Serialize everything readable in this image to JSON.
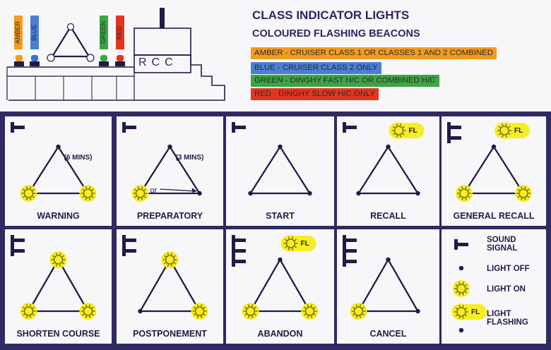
{
  "header": {
    "title": "CLASS INDICATOR LIGHTS",
    "subtitle": "COLOURED FLASHING BEACONS",
    "rcc_label": "RCC",
    "beacon_labels": {
      "amber": "AMBER",
      "blue": "BLUE",
      "green": "GREEN",
      "red": "RED"
    },
    "legend": [
      {
        "text": "AMBER - CRUISER CLASS 1 OR CLASSES 1 AND 2 COMBINED",
        "color": "#f29b1e"
      },
      {
        "text": "BLUE - CRUISER CLASS 2 ONLY",
        "color": "#4c7fd4"
      },
      {
        "text": "GREEN - DINGHY FAST H/C OR COMBINED H/C",
        "color": "#3ca544"
      },
      {
        "text": "RED - DINGHY SLOW H/C ONLY",
        "color": "#e3351f"
      }
    ]
  },
  "colors": {
    "background": "#2f2a62",
    "panel": "#f7f7f9",
    "light_on_fill": "#f5ee22",
    "ink": "#1f1d47"
  },
  "flash_label": "FL",
  "signals": [
    {
      "label": "WARNING",
      "horns": 1,
      "top": "off",
      "left": "on",
      "right": "on",
      "note": "(6 MINS)",
      "or_text": ""
    },
    {
      "label": "PREPARATORY",
      "horns": 1,
      "top": "off",
      "left": "on",
      "right": "off",
      "note": "(3 MINS)",
      "or_text": "or"
    },
    {
      "label": "START",
      "horns": 1,
      "top": "off",
      "left": "off",
      "right": "off",
      "note": "",
      "or_text": ""
    },
    {
      "label": "RECALL",
      "horns": 1,
      "top": "off",
      "left": "off",
      "right": "off",
      "flash": true,
      "note": "",
      "or_text": ""
    },
    {
      "label": "GENERAL RECALL",
      "horns": 2,
      "top": "off",
      "left": "on",
      "right": "on",
      "flash": true,
      "note": "",
      "or_text": ""
    },
    {
      "label": "SHORTEN COURSE",
      "horns": 2,
      "top": "on",
      "left": "on",
      "right": "on",
      "note": "",
      "or_text": ""
    },
    {
      "label": "POSTPONEMENT",
      "horns": 2,
      "top": "on",
      "left": "off",
      "right": "on",
      "note": "",
      "or_text": ""
    },
    {
      "label": "ABANDON",
      "horns": 3,
      "top": "off",
      "left": "on",
      "right": "on",
      "flash": true,
      "note": "",
      "or_text": ""
    },
    {
      "label": "CANCEL",
      "horns": 3,
      "top": "off",
      "left": "on",
      "right": "off",
      "note": "",
      "or_text": ""
    }
  ],
  "key": [
    {
      "symbol": "horn",
      "text": "SOUND SIGNAL"
    },
    {
      "symbol": "off",
      "text": "LIGHT OFF"
    },
    {
      "symbol": "on",
      "text": "LIGHT ON"
    },
    {
      "symbol": "flash",
      "text": "LIGHT FLASHING"
    }
  ]
}
